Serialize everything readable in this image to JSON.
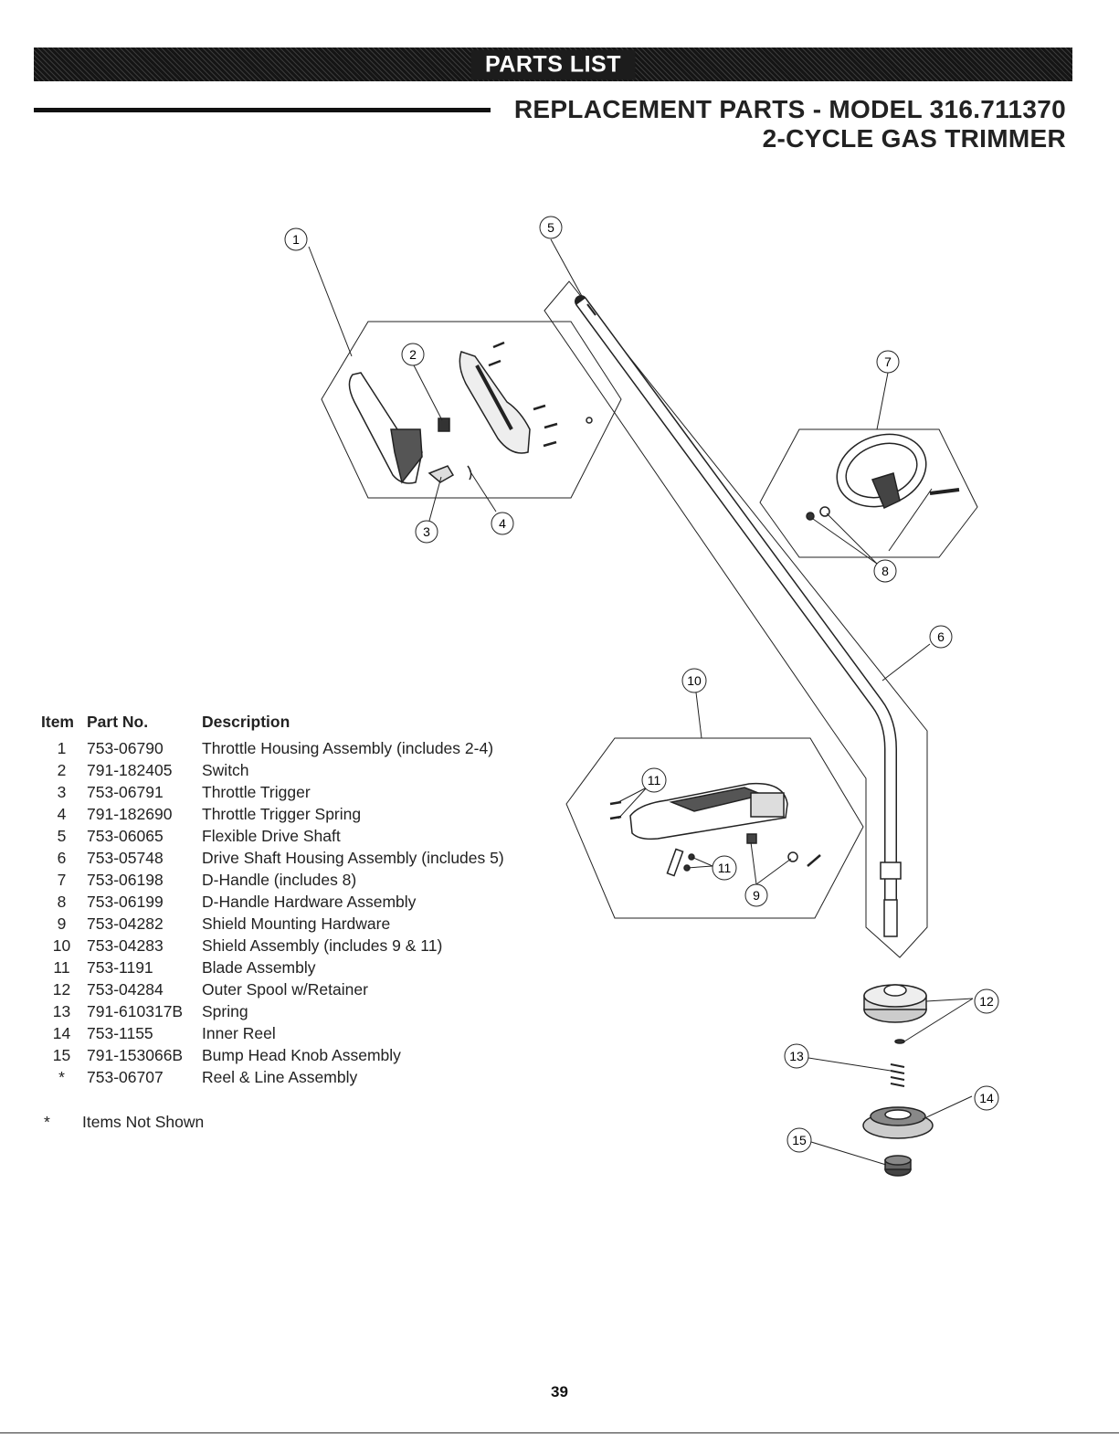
{
  "header": {
    "banner": "PARTS LIST",
    "title_line1": "REPLACEMENT PARTS - MODEL 316.711370",
    "title_line2": "2-CYCLE GAS TRIMMER"
  },
  "diagram": {
    "callouts": [
      "1",
      "2",
      "3",
      "4",
      "5",
      "6",
      "7",
      "8",
      "9",
      "10",
      "11",
      "12",
      "13",
      "14",
      "15"
    ]
  },
  "table": {
    "headers": {
      "item": "Item",
      "part": "Part No.",
      "desc": "Description"
    },
    "rows": [
      {
        "item": "1",
        "part": "753-06790",
        "desc": "Throttle Housing Assembly (includes 2-4)"
      },
      {
        "item": "2",
        "part": "791-182405",
        "desc": "Switch"
      },
      {
        "item": "3",
        "part": "753-06791",
        "desc": "Throttle Trigger"
      },
      {
        "item": "4",
        "part": "791-182690",
        "desc": "Throttle Trigger Spring"
      },
      {
        "item": "5",
        "part": "753-06065",
        "desc": "Flexible Drive Shaft"
      },
      {
        "item": "6",
        "part": "753-05748",
        "desc": "Drive Shaft Housing Assembly (includes 5)"
      },
      {
        "item": "7",
        "part": "753-06198",
        "desc": "D-Handle (includes 8)"
      },
      {
        "item": "8",
        "part": "753-06199",
        "desc": "D-Handle Hardware Assembly"
      },
      {
        "item": "9",
        "part": "753-04282",
        "desc": "Shield Mounting Hardware"
      },
      {
        "item": "10",
        "part": "753-04283",
        "desc": "Shield Assembly (includes 9 & 11)"
      },
      {
        "item": "11",
        "part": "753-1191",
        "desc": "Blade Assembly"
      },
      {
        "item": "12",
        "part": "753-04284",
        "desc": "Outer Spool w/Retainer"
      },
      {
        "item": "13",
        "part": "791-610317B",
        "desc": "Spring"
      },
      {
        "item": "14",
        "part": "753-1155",
        "desc": "Inner Reel"
      },
      {
        "item": "15",
        "part": "791-153066B",
        "desc": "Bump Head Knob Assembly"
      },
      {
        "item": "*",
        "part": "753-06707",
        "desc": "Reel & Line Assembly"
      }
    ]
  },
  "footnote": {
    "star": "*",
    "text": "Items Not Shown"
  },
  "page_number": "39"
}
